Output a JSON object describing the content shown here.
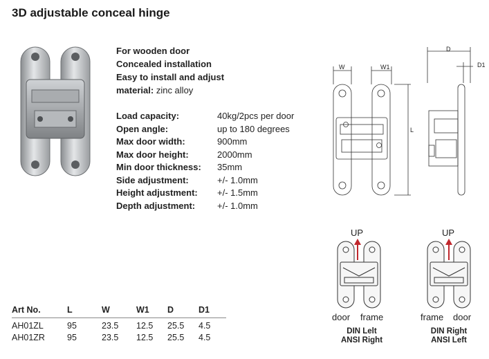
{
  "title": "3D adjustable conceal hinge",
  "features": [
    "For wooden door",
    "Concealed installation",
    "Easy to install and adjust"
  ],
  "material": {
    "label": "material:",
    "value": "zinc alloy"
  },
  "specs": [
    {
      "k": "Load capacity:",
      "v": "40kg/2pcs per door"
    },
    {
      "k": "Open angle:",
      "v": "up to 180 degrees"
    },
    {
      "k": "Max door width:",
      "v": "900mm"
    },
    {
      "k": "Max door height:",
      "v": "2000mm"
    },
    {
      "k": "Min door thickness:",
      "v": "35mm"
    },
    {
      "k": "Side adjustment:",
      "v": "+/- 1.0mm"
    },
    {
      "k": "Height adjustment:",
      "v": "+/- 1.5mm"
    },
    {
      "k": "Depth adjustment:",
      "v": "+/- 1.0mm"
    }
  ],
  "table": {
    "headers": [
      "Art No.",
      "L",
      "W",
      "W1",
      "D",
      "D1"
    ],
    "rows": [
      [
        "AH01ZL",
        "95",
        "23.5",
        "12.5",
        "25.5",
        "4.5"
      ],
      [
        "AH01ZR",
        "95",
        "23.5",
        "12.5",
        "25.5",
        "4.5"
      ]
    ]
  },
  "diagram": {
    "w": "W",
    "w1": "W1",
    "l": "L",
    "d": "D",
    "d1": "D1"
  },
  "orientation": {
    "up": "UP",
    "left_labels": [
      "door",
      "frame"
    ],
    "right_labels": [
      "frame",
      "door"
    ],
    "left_caption": [
      "DIN Lelt",
      "ANSI Right"
    ],
    "right_caption": [
      "DIN Right",
      "ANSI Left"
    ],
    "arrow_color": "#c0272d"
  }
}
